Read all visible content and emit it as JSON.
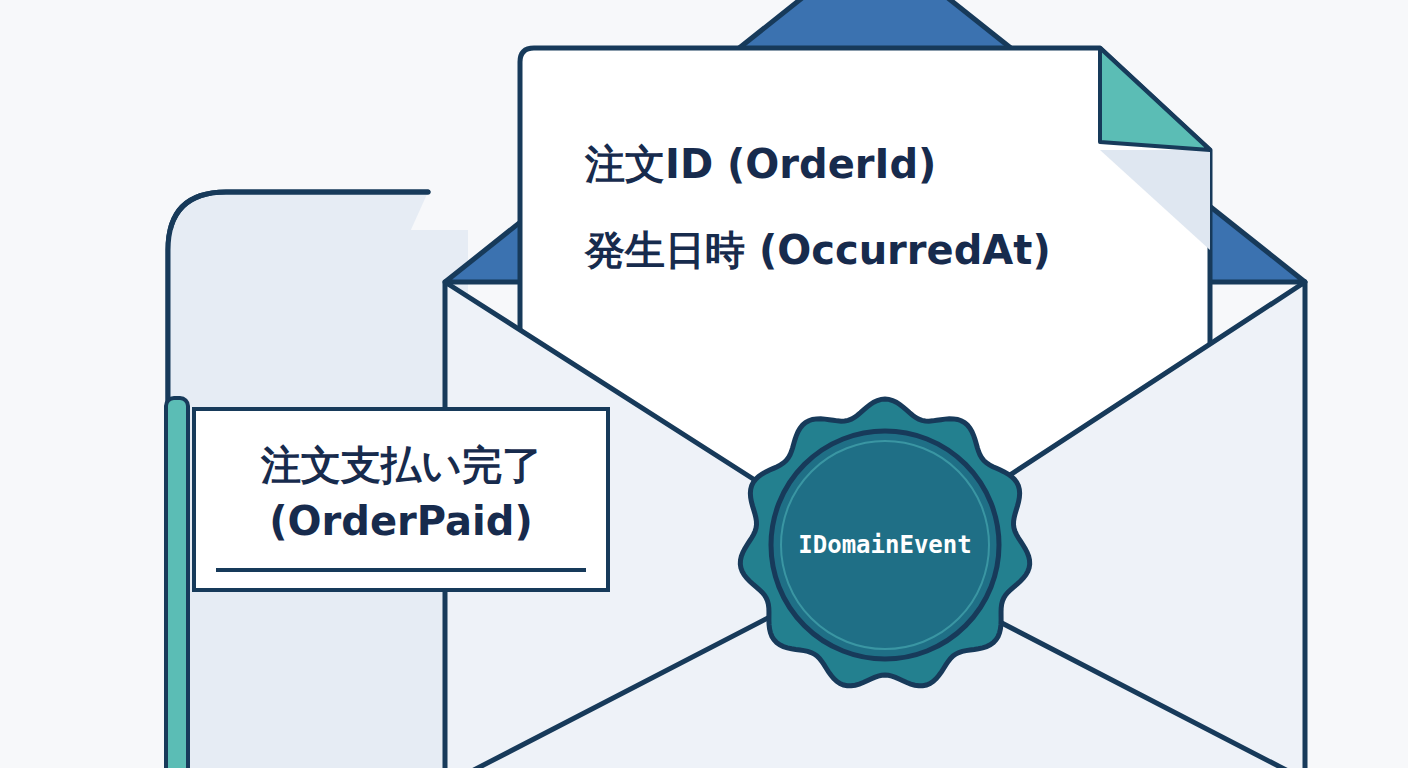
{
  "diagram": {
    "nodes": [
      {
        "text": [
          "注文ID (OrderId)",
          "発生日時 (OccurredAt)"
        ]
      },
      {
        "text": [
          "注文支払い完了 (OrderPaid)"
        ]
      },
      {
        "text": [
          "IDomainEvent"
        ]
      }
    ]
  }
}
